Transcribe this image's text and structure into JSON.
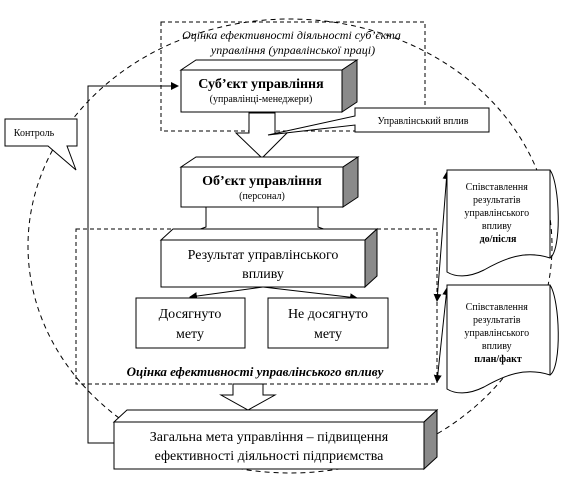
{
  "top_eval": {
    "line1": "Оцінка ефективності діяльності суб’єкта",
    "line2": "управління (управлінської праці)"
  },
  "subject_box": {
    "title": "Суб’єкт управління",
    "subtitle": "(управлінці-менеджери)"
  },
  "control_label": "Контроль",
  "influence_label": "Управлінський вплив",
  "object_box": {
    "title": "Об’єкт управління",
    "subtitle": "(персонал)"
  },
  "result_box": {
    "line1": "Результат управлінського",
    "line2": "впливу"
  },
  "achieved_box": {
    "line1": "Досягнуто",
    "line2": "мету"
  },
  "not_achieved_box": {
    "line1": "Не досягнуто",
    "line2": "мету"
  },
  "bottom_eval_label": "Оцінка ефективності управлінського впливу",
  "goal_box": {
    "line1": "Загальна мета управління – підвищення",
    "line2": "ефективності діяльності підприємства"
  },
  "doc_before_after": {
    "lines": [
      "Співставлення",
      "результатів",
      "управлінського",
      "впливу"
    ],
    "emphasis": "до/після"
  },
  "doc_plan_fact": {
    "lines": [
      "Співставлення",
      "результатів",
      "управлінського",
      "впливу"
    ],
    "emphasis": "план/факт"
  }
}
